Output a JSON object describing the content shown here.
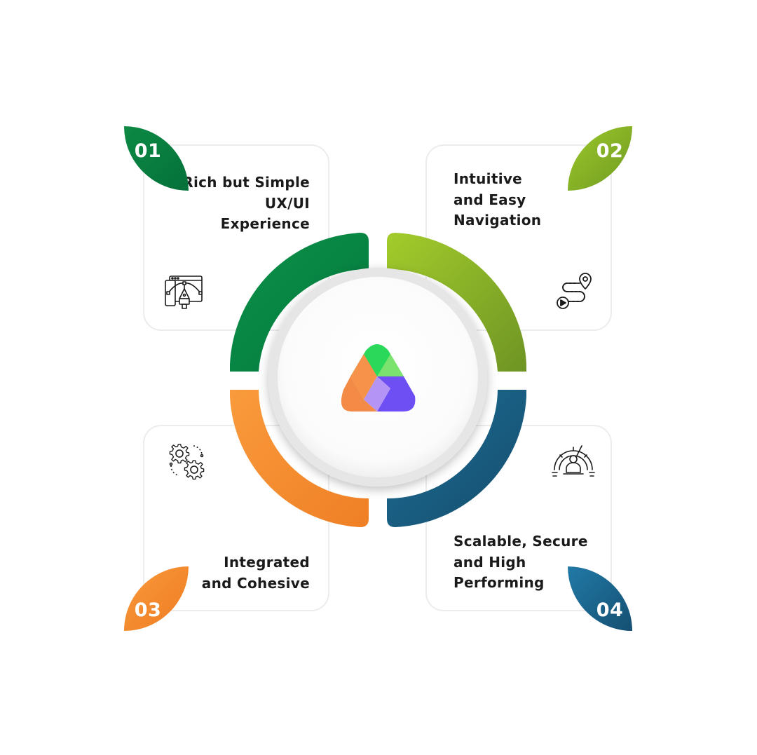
{
  "colors": {
    "green_dark": "#058a44",
    "green_light": "#9ec82b",
    "orange": "#f7913a",
    "blue": "#1b6488"
  },
  "items": [
    {
      "number": "01",
      "lines": [
        "Rich but Simple",
        "UX/UI",
        "Experience"
      ],
      "icon": "ux-design-icon"
    },
    {
      "number": "02",
      "lines": [
        "Intuitive",
        "and Easy",
        "Navigation"
      ],
      "icon": "navigation-route-icon"
    },
    {
      "number": "03",
      "lines": [
        "Integrated",
        "and Cohesive"
      ],
      "icon": "gears-icon"
    },
    {
      "number": "04",
      "lines": [
        "Scalable, Secure",
        "and High",
        "Performing"
      ],
      "icon": "performance-gauge-icon"
    }
  ],
  "center": {
    "logo": "triangle-logo-icon"
  }
}
